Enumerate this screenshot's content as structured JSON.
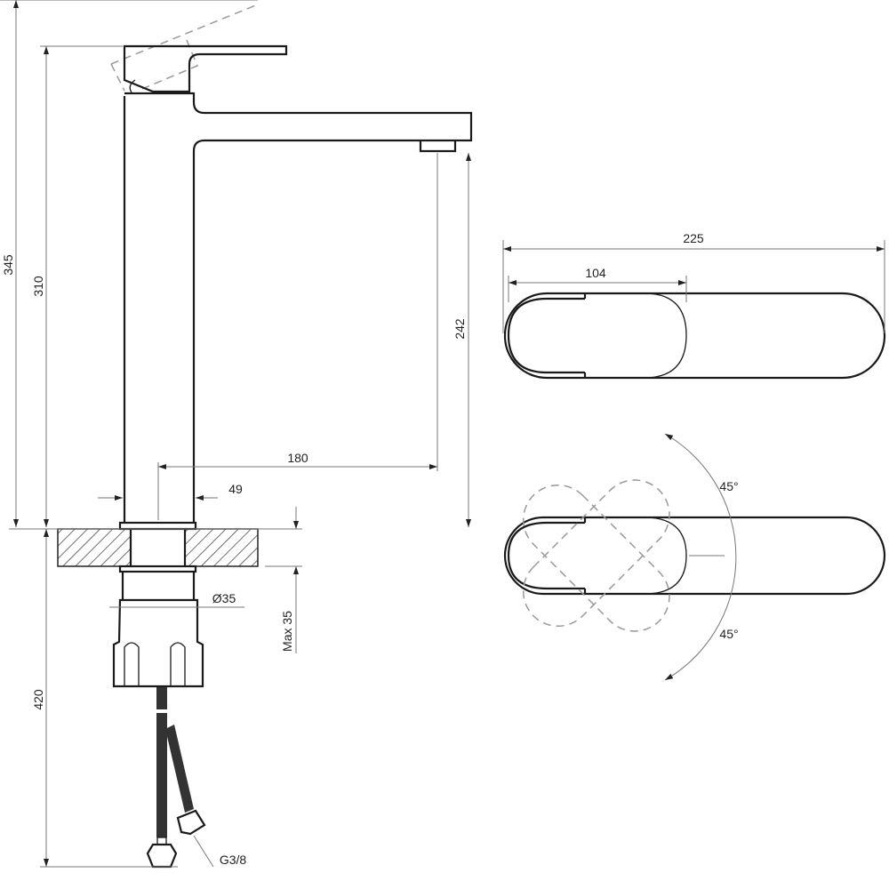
{
  "title": "Tall basin faucet technical drawing",
  "dimensions": {
    "total_height": "345",
    "spout_top_height": "310",
    "spout_clearance": "242",
    "spout_reach": "180",
    "body_width": "49",
    "shank_diameter": "Ø35",
    "max_countertop": "Max 35",
    "hose_length": "420",
    "hose_thread": "G3/8",
    "top_length": "225",
    "lever_length": "104",
    "rotation_left": "45°",
    "rotation_right": "45°"
  },
  "colors": {
    "line": "#1a1a1a",
    "dimension": "#777777"
  }
}
